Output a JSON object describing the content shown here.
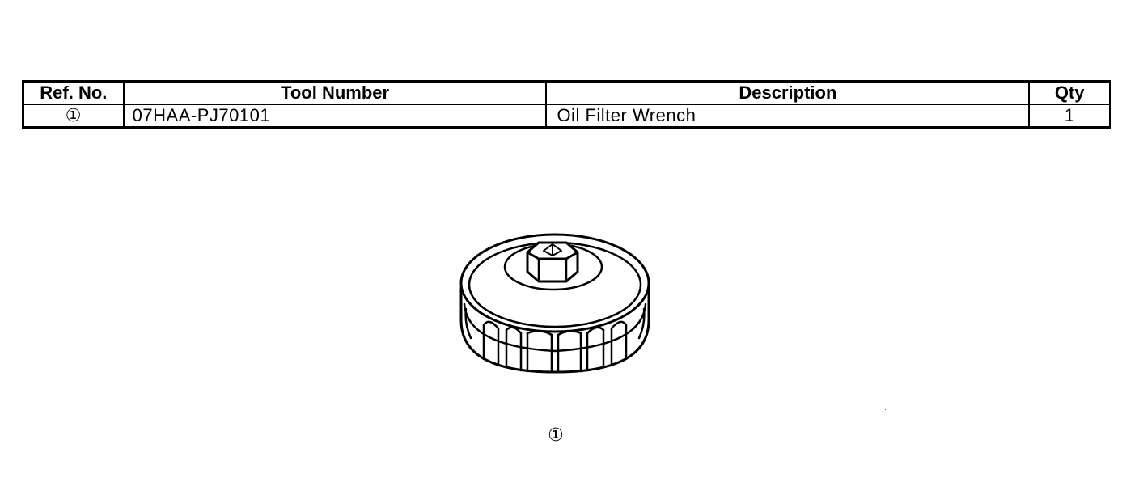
{
  "table": {
    "headers": {
      "ref": "Ref. No.",
      "tool": "Tool Number",
      "description": "Description",
      "qty": "Qty"
    },
    "rows": [
      {
        "ref": "①",
        "tool": "07HAA-PJ70101",
        "description": "Oil Filter Wrench",
        "qty": "1"
      }
    ]
  },
  "illustration": {
    "callout": "①"
  }
}
